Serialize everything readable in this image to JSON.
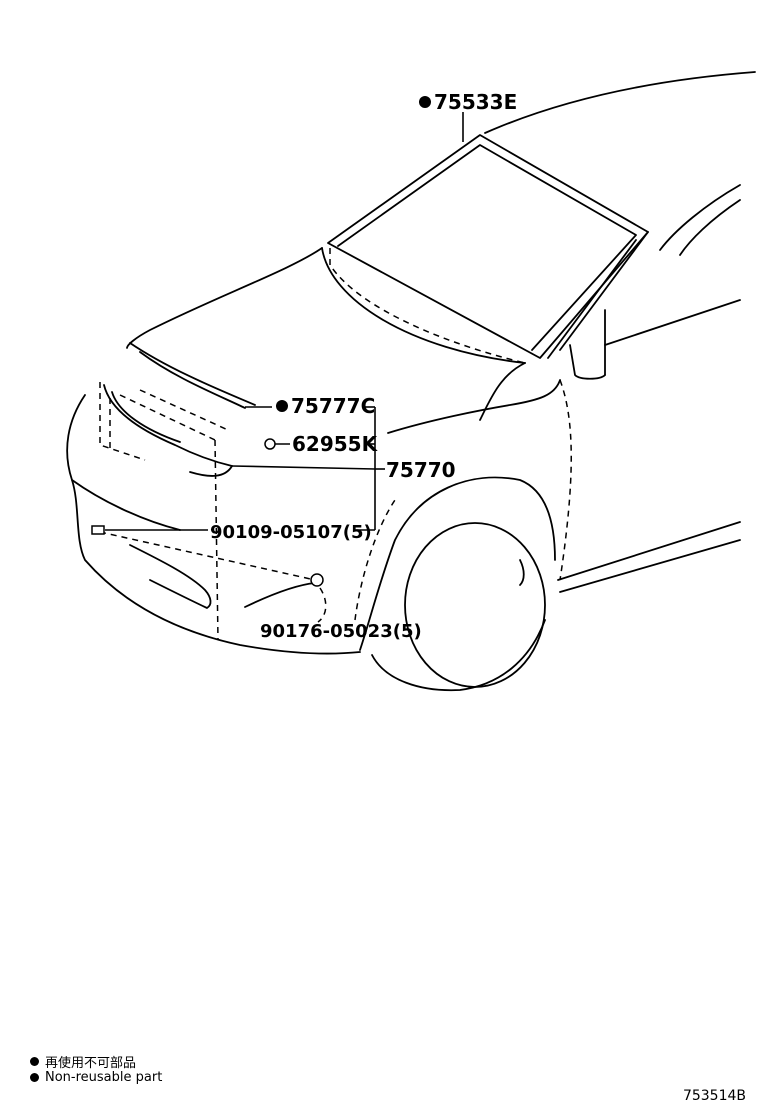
{
  "parts": [
    {
      "id": "75533E",
      "non_reusable": true
    },
    {
      "id": "75777C",
      "non_reusable": true
    },
    {
      "id": "62955K",
      "non_reusable": false
    },
    {
      "id": "75770",
      "non_reusable": false
    },
    {
      "id": "90109-05107(5)",
      "non_reusable": false
    },
    {
      "id": "90176-05023(5)",
      "non_reusable": false
    }
  ],
  "legend": {
    "non_reusable_cn": "再使用不可部品",
    "non_reusable_en": "Non-reusable part"
  },
  "diagram_code": "753514B"
}
